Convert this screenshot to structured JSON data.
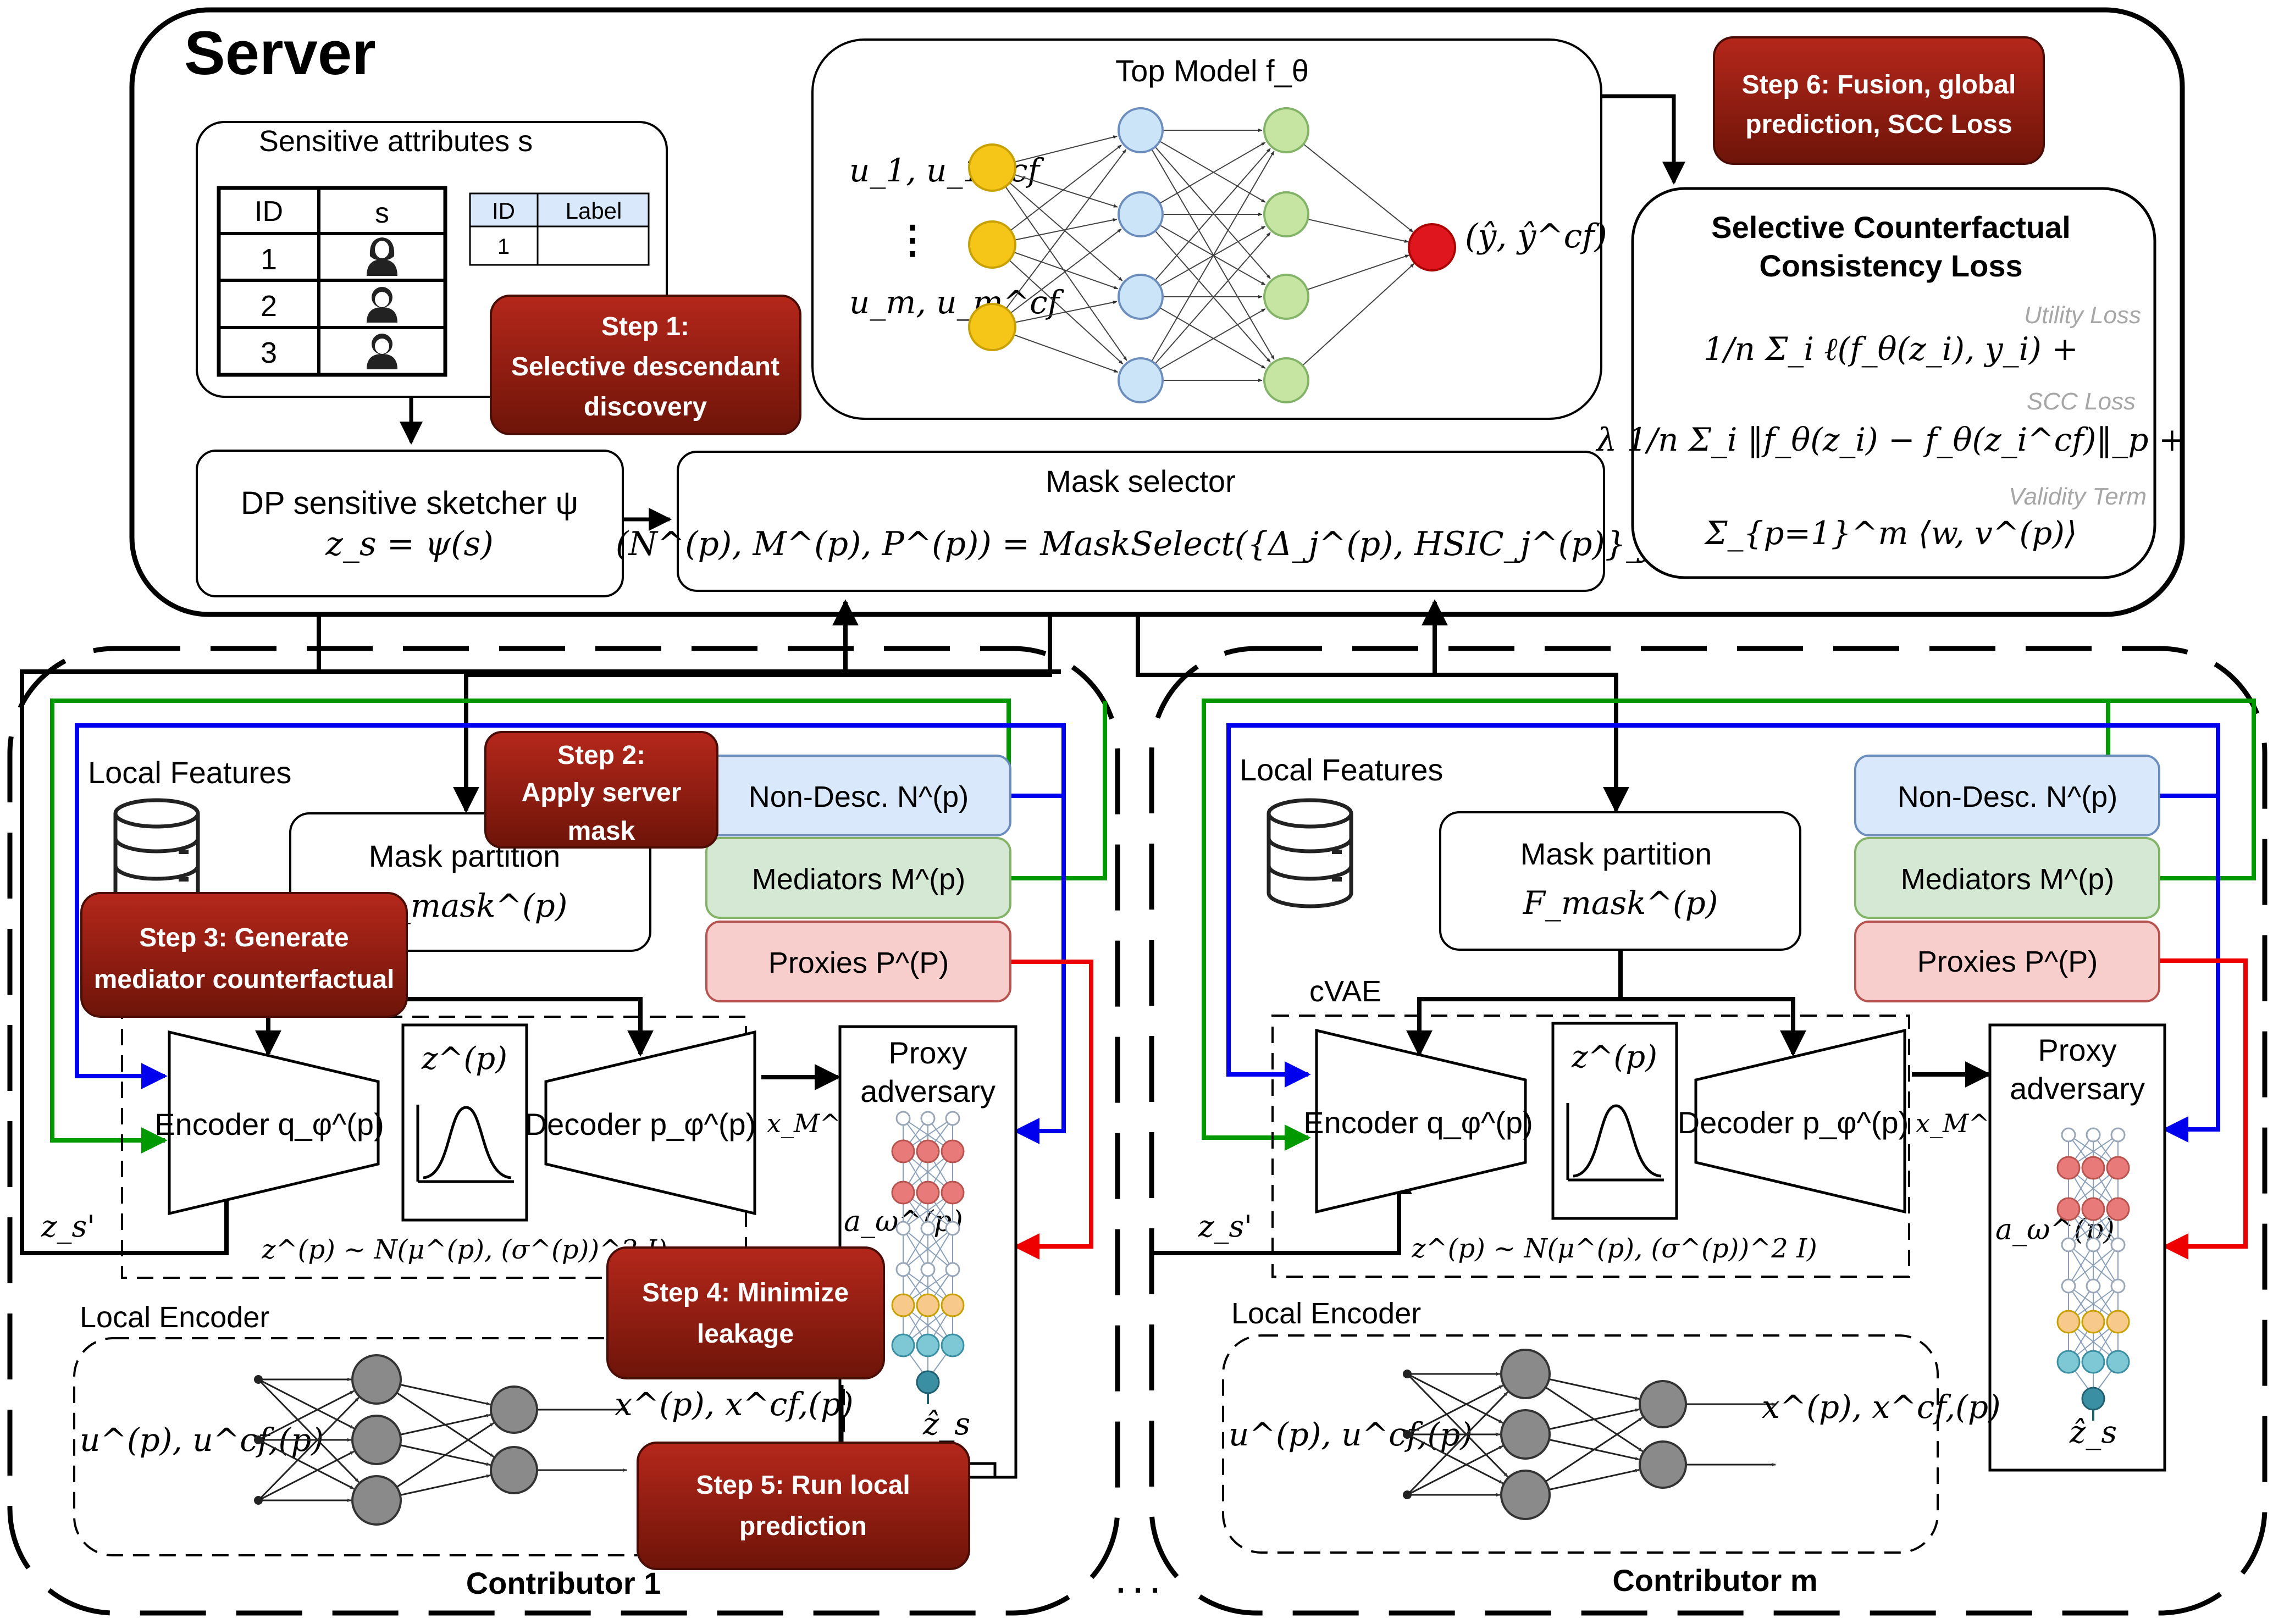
{
  "server": {
    "title": "Server",
    "sensitive_box": {
      "title": "Sensitive attributes s",
      "table_headers": [
        "ID",
        "s"
      ],
      "table_ids": [
        "1",
        "2",
        "3"
      ],
      "label_table_headers": [
        "ID",
        "Label"
      ],
      "label_table_ids": [
        "1"
      ]
    },
    "sketcher": {
      "title": "DP sensitive sketcher ψ",
      "formula": "z_s = ψ(s)"
    },
    "mask_selector": {
      "title": "Mask selector",
      "formula": "(N^(p), M^(p), P^(p)) = MaskSelect({Δ_j^(p), HSIC_j^(p)}_j)"
    },
    "top_model": {
      "title": "Top Model f_θ",
      "input_top": "u_1, u_1^cf",
      "input_dots": "⋮",
      "input_bottom": "u_m, u_m^cf",
      "output": "(ŷ, ŷ^cf)"
    },
    "scc_box": {
      "title_line1": "Selective Counterfactual",
      "title_line2": "Consistency Loss",
      "utility_label": "Utility Loss",
      "utility_formula": "1/n Σ_i ℓ(f_θ(z_i), y_i) +",
      "scc_label": "SCC Loss",
      "scc_formula": "λ 1/n Σ_i ‖f_θ(z_i) − f_θ(z_i^cf)‖_p +",
      "validity_label": "Validity Term",
      "validity_formula": "Σ_{p=1}^m ⟨w, v^(p)⟩"
    }
  },
  "steps": {
    "step1": [
      "Step 1:",
      "Selective descendant",
      "discovery"
    ],
    "step2": [
      "Step 2:",
      "Apply server",
      "mask"
    ],
    "step3": [
      "Step 3: Generate",
      "mediator counterfactual"
    ],
    "step4": [
      "Step 4: Minimize",
      "leakage"
    ],
    "step5": [
      "Step 5: Run local",
      "prediction"
    ],
    "step6": [
      "Step 6: Fusion, global",
      "prediction, SCC Loss"
    ]
  },
  "contributor": {
    "local_features": "Local Features",
    "non_desc": "Non-Desc. N^(p)",
    "mediators": "Mediators M^(p)",
    "proxies": "Proxies P^(P)",
    "mask_partition_line1": "Mask partition",
    "mask_partition_line2": "F_mask^(p)",
    "cvae": "cVAE",
    "encoder": "Encoder q_φ^(p)",
    "latent": "z^(p)",
    "decoder": "Decoder p_φ^(p)",
    "latent_dist": "z^(p) ~ N(μ^(p), (σ^(p))^2 I)",
    "x_cf": "x_M^cf,(p)",
    "proxy_line1": "Proxy",
    "proxy_line2": "adversary",
    "adversary_label": "a_ω^(p)",
    "z_hat": "ẑ_s",
    "z_s_prime": "z_s'",
    "local_encoder": "Local Encoder",
    "enc_input": "u^(p), u^cf,(p)",
    "enc_output": "x^(p), x^cf,(p)"
  },
  "contributor_names": [
    "Contributor  1",
    "Contributor  m"
  ],
  "ellipsis": ". . .",
  "colors": {
    "step_fill": "#8b1a10",
    "non_desc_fill": "#dae8fc",
    "non_desc_stroke": "#6c8ebf",
    "mediators_fill": "#d5e8d4",
    "mediators_stroke": "#82b366",
    "proxies_fill": "#f8cecc",
    "proxies_stroke": "#b85450",
    "blue_arrow": "#0000ee",
    "green_arrow": "#009900",
    "red_arrow": "#ee0000",
    "input_node": "#f5c518",
    "hidden1_node": "#cce4f7",
    "hidden2_node": "#c6e5a3",
    "output_node": "#e0161e",
    "encoder_node": "#8a8a8a"
  }
}
